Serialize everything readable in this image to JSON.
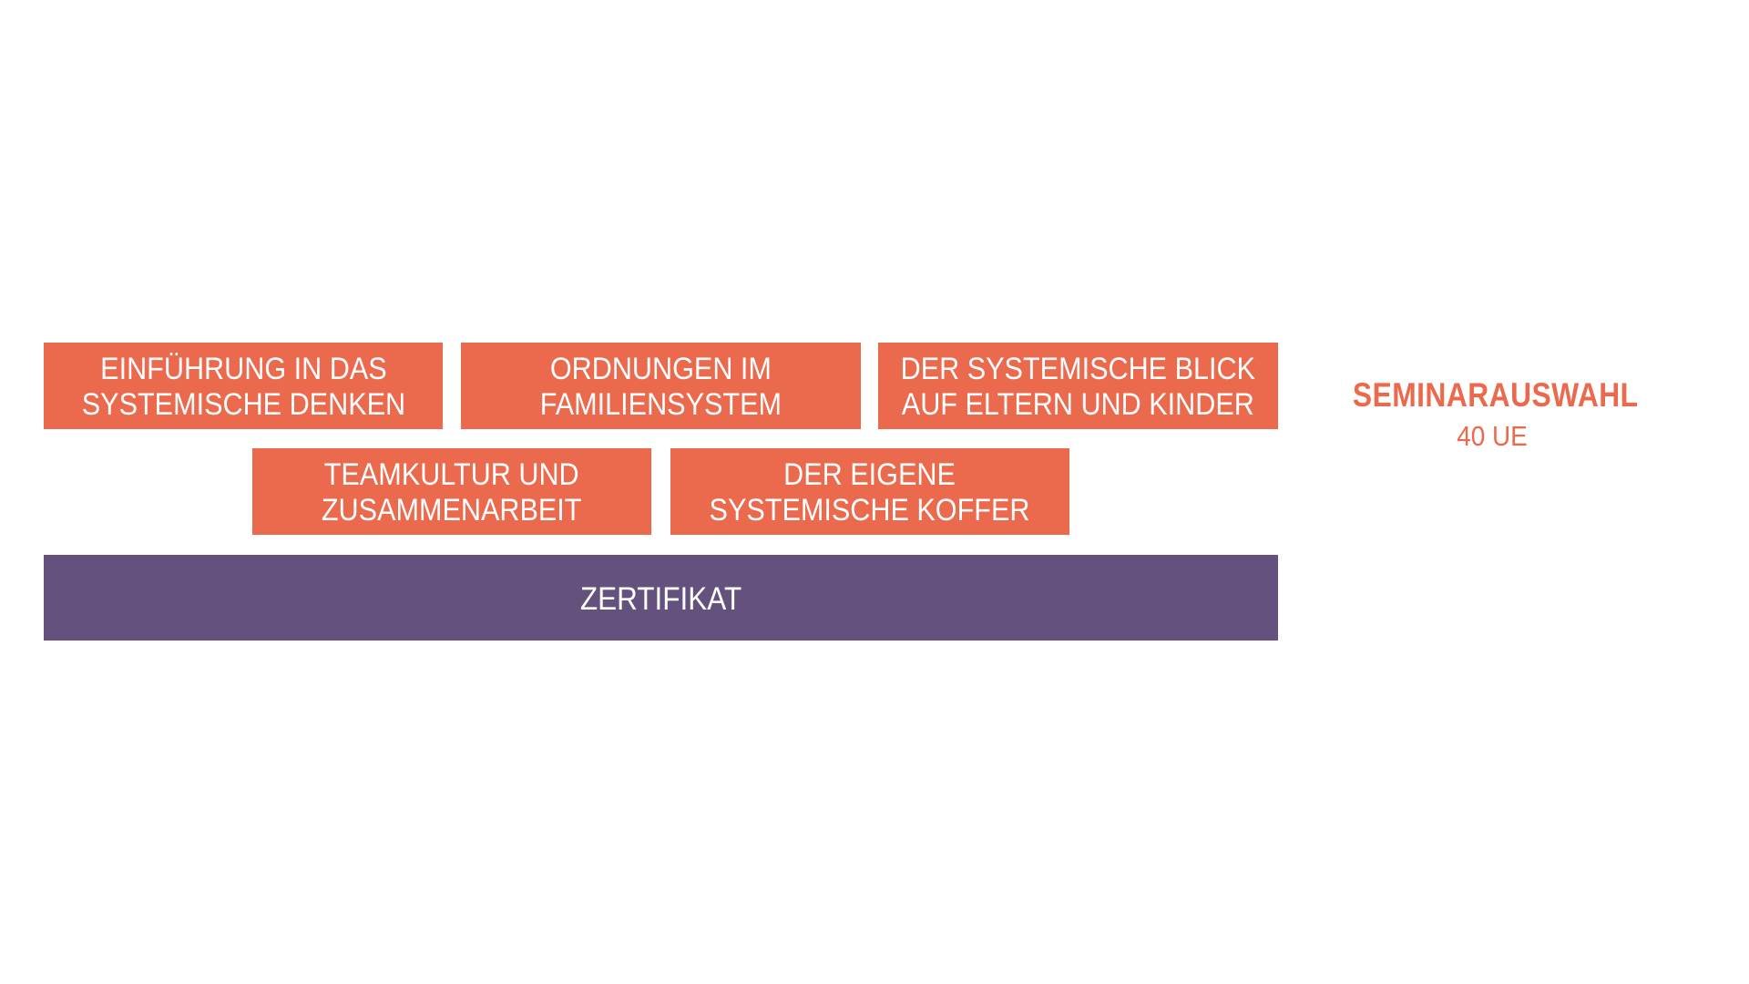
{
  "diagram": {
    "colors": {
      "module": "#EB694C",
      "certificate": "#65517E",
      "accent_text": "#EB694C",
      "background": "#FFFFFF"
    },
    "modules_row1": [
      {
        "line1": "EINFÜHRUNG IN DAS",
        "line2": "SYSTEMISCHE DENKEN"
      },
      {
        "line1": "ORDNUNGEN IM",
        "line2": "FAMILIENSYSTEM"
      },
      {
        "line1": "DER SYSTEMISCHE BLICK",
        "line2": "AUF ELTERN UND KINDER"
      }
    ],
    "modules_row2": [
      {
        "line1": "TEAMKULTUR UND",
        "line2": "ZUSAMMENARBEIT"
      },
      {
        "line1": "DER EIGENE",
        "line2": "SYSTEMISCHE KOFFER"
      }
    ],
    "certificate": {
      "label": "ZERTIFIKAT"
    },
    "side_label": {
      "title": "SEMINARAUSWAHL",
      "subtitle": "40 UE"
    }
  }
}
